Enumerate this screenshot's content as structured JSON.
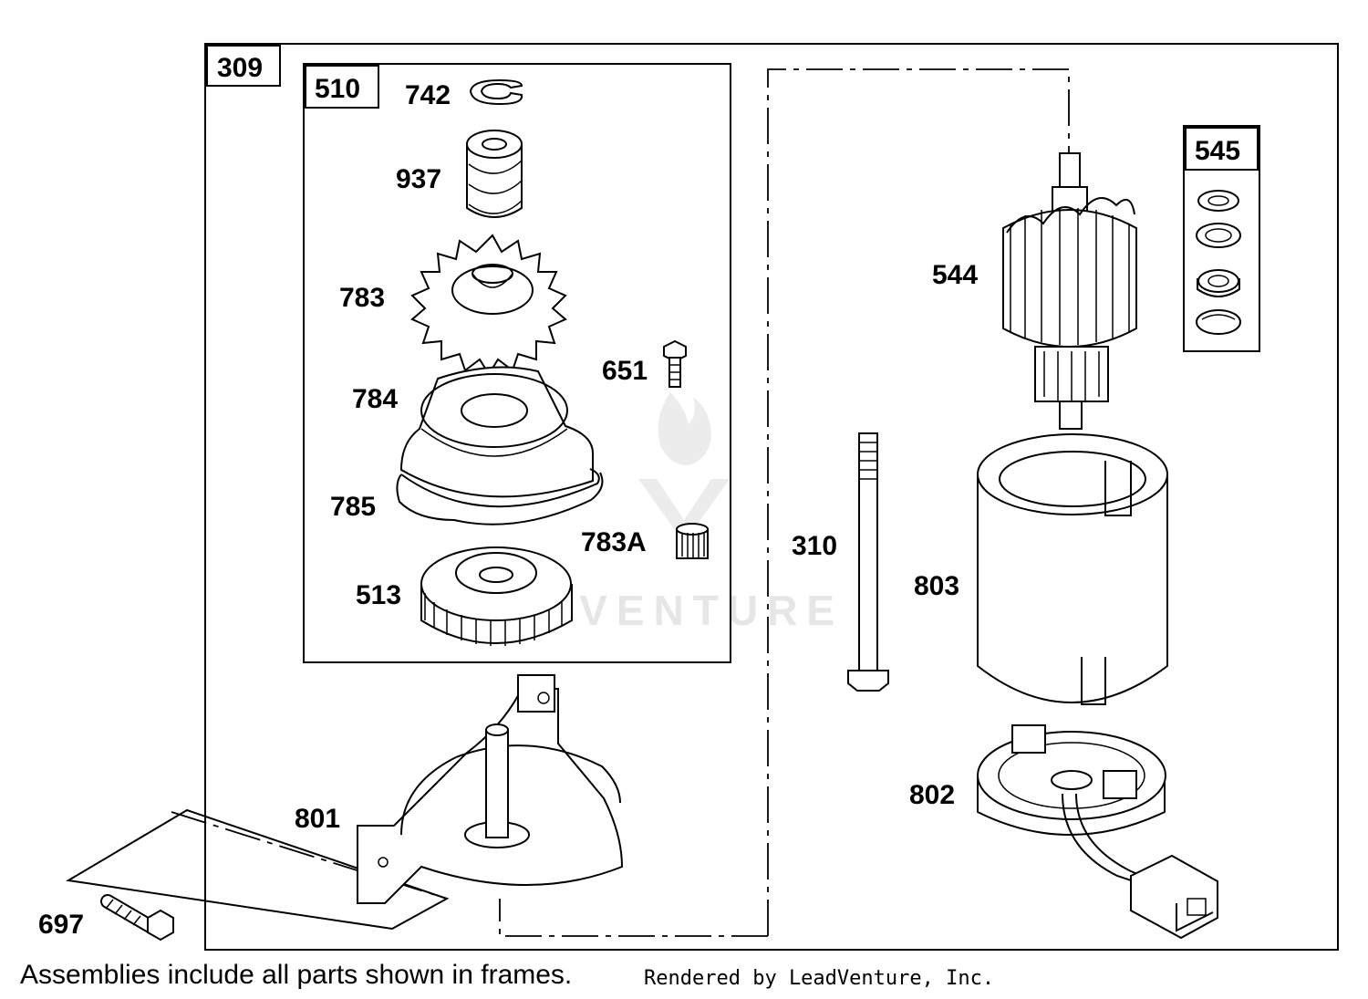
{
  "frames": {
    "outer": "309",
    "inner": "510",
    "shim_kit": "545"
  },
  "parts": {
    "p742": "742",
    "p937": "937",
    "p783": "783",
    "p651": "651",
    "p784": "784",
    "p785": "785",
    "p783A": "783A",
    "p513": "513",
    "p544": "544",
    "p310": "310",
    "p803": "803",
    "p801": "801",
    "p802": "802",
    "p697": "697"
  },
  "footer": {
    "note": "Assemblies include all parts shown in frames.",
    "credit": "Rendered by LeadVenture, Inc."
  },
  "watermark": "LEADVENTURE"
}
